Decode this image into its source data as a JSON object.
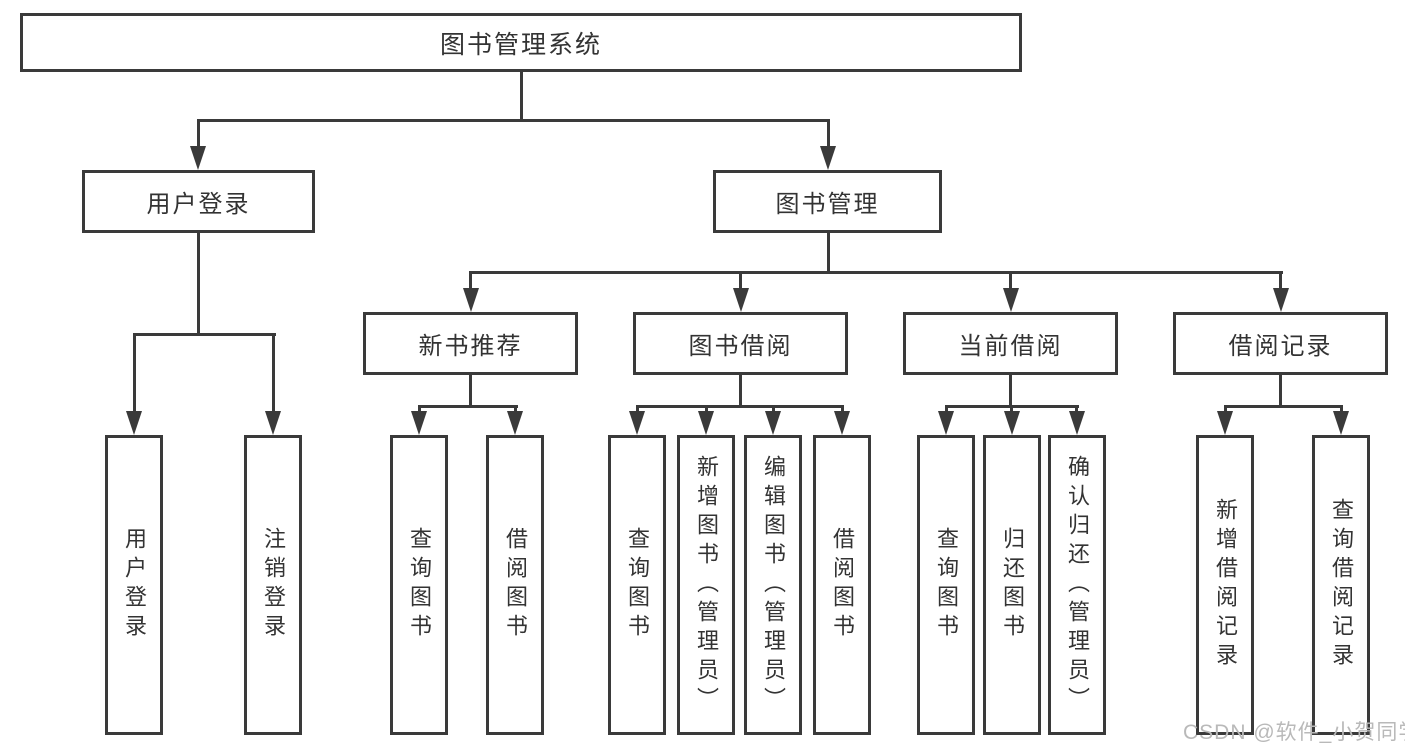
{
  "tree": {
    "root": {
      "label": "图书管理系统"
    },
    "branches": [
      {
        "label": "用户登录",
        "children": [
          {
            "label": "用户登录"
          },
          {
            "label": "注销登录"
          }
        ]
      },
      {
        "label": "图书管理",
        "children": [
          {
            "label": "新书推荐",
            "children": [
              {
                "label": "查询图书"
              },
              {
                "label": "借阅图书"
              }
            ]
          },
          {
            "label": "图书借阅",
            "children": [
              {
                "label": "查询图书"
              },
              {
                "label": "新增图书（管理员）"
              },
              {
                "label": "编辑图书（管理员）"
              },
              {
                "label": "借阅图书"
              }
            ]
          },
          {
            "label": "当前借阅",
            "children": [
              {
                "label": "查询图书"
              },
              {
                "label": "归还图书"
              },
              {
                "label": "确认归还（管理员）"
              }
            ]
          },
          {
            "label": "借阅记录",
            "children": [
              {
                "label": "新增借阅记录"
              },
              {
                "label": "查询借阅记录"
              }
            ]
          }
        ]
      }
    ]
  },
  "watermark": {
    "text": "CSDN @软件_小贺同学"
  },
  "colors": {
    "line": "#3a3a3a",
    "text": "#333333",
    "watermark": "#b9b9b9",
    "background": "#ffffff"
  }
}
